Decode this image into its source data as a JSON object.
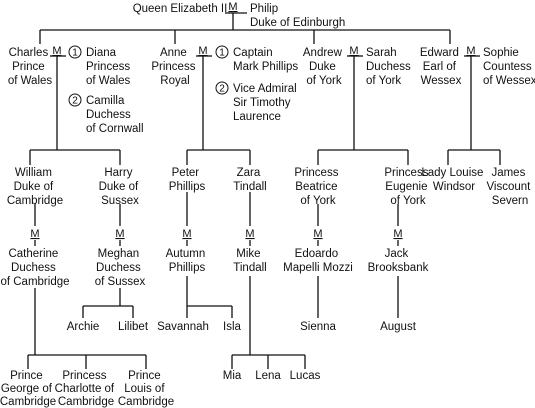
{
  "root": {
    "elizabeth": "Queen Elizabeth II",
    "marriage": "M",
    "philip": [
      "Philip",
      "Duke of Edinburgh"
    ]
  },
  "gen1": {
    "charles": [
      "Charles",
      "Prince",
      "of Wales"
    ],
    "charles_m": "M",
    "diana_num": "1",
    "diana": [
      "Diana",
      "Princess",
      "of Wales"
    ],
    "camilla_num": "2",
    "camilla": [
      "Camilla",
      "Duchess",
      "of Cornwall"
    ],
    "anne": [
      "Anne",
      "Princess",
      "Royal"
    ],
    "anne_m": "M",
    "mark_num": "1",
    "mark": [
      "Captain",
      "Mark Phillips"
    ],
    "timothy_num": "2",
    "timothy": [
      "Vice Admiral",
      "Sir Timothy",
      "Laurence"
    ],
    "andrew": [
      "Andrew",
      "Duke",
      "of York"
    ],
    "andrew_m": "M",
    "sarah": [
      "Sarah",
      "Duchess",
      "of York"
    ],
    "edward": [
      "Edward",
      "Earl of",
      "Wessex"
    ],
    "edward_m": "M",
    "sophie": [
      "Sophie",
      "Countess",
      "of Wessex"
    ]
  },
  "gen2": {
    "william": [
      "William",
      "Duke of",
      "Cambridge"
    ],
    "william_m": "M",
    "catherine": [
      "Catherine",
      "Duchess",
      "of Cambridge"
    ],
    "harry": [
      "Harry",
      "Duke of",
      "Sussex"
    ],
    "harry_m": "M",
    "meghan": [
      "Meghan",
      "Duchess",
      "of Sussex"
    ],
    "peter": [
      "Peter",
      "Phillips"
    ],
    "peter_m": "M",
    "autumn": [
      "Autumn",
      "Phillips"
    ],
    "zara": [
      "Zara",
      "Tindall"
    ],
    "zara_m": "M",
    "mike": [
      "Mike",
      "Tindall"
    ],
    "beatrice": [
      "Princess",
      "Beatrice",
      "of York"
    ],
    "beatrice_m": "M",
    "edoardo": [
      "Edoardo",
      "Mapelli Mozzi"
    ],
    "eugenie": [
      "Princess",
      "Eugenie",
      "of York"
    ],
    "eugenie_m": "M",
    "jack": [
      "Jack",
      "Brooksbank"
    ],
    "louise": [
      "Lady Louise",
      "Windsor"
    ],
    "james": [
      "James",
      "Viscount",
      "Severn"
    ]
  },
  "gen3": {
    "archie": "Archie",
    "lilibet": "Lilibet",
    "savannah": "Savannah",
    "isla": "Isla",
    "sienna": "Sienna",
    "august": "August",
    "george": [
      "Prince",
      "George of",
      "Cambridge"
    ],
    "charlotte": [
      "Princess",
      "Charlotte of",
      "Cambridge"
    ],
    "louis": [
      "Prince",
      "Louis of",
      "Cambridge"
    ],
    "mia": "Mia",
    "lena": "Lena",
    "lucas": "Lucas"
  }
}
